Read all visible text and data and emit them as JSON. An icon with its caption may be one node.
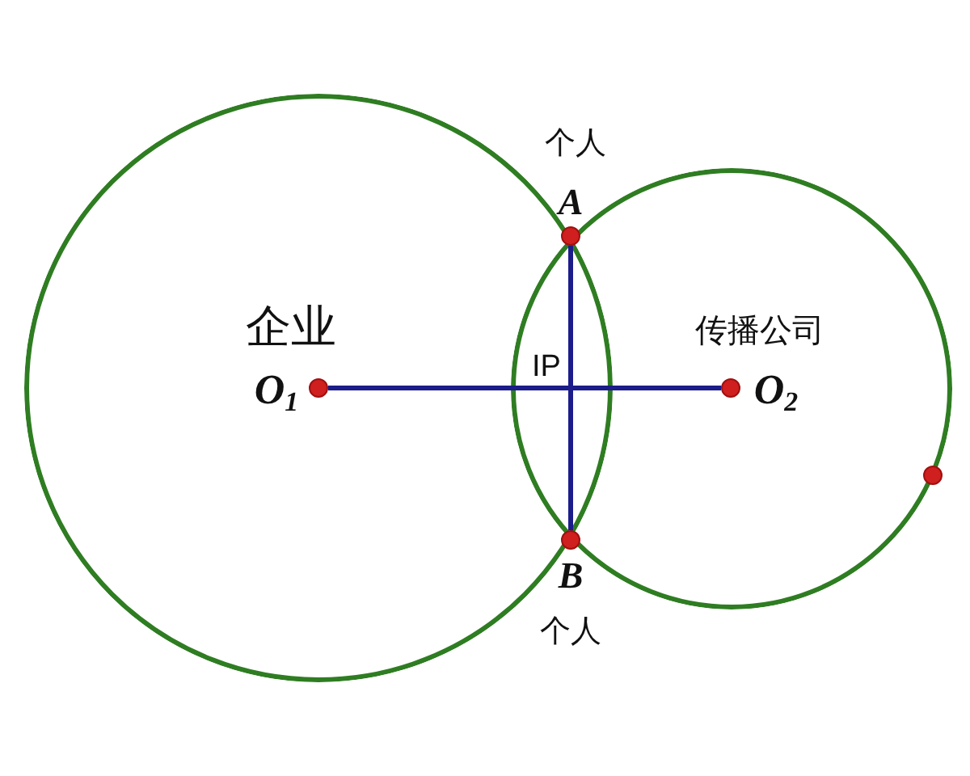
{
  "diagram": {
    "nodes": [
      {
        "text": [
          "企业"
        ]
      },
      {
        "text": [
          "传播公司"
        ]
      },
      {
        "text": [],
        "shape": "circle",
        "beside": [
          "O$_{1}$"
        ],
        "in": 0
      },
      {
        "text": [],
        "shape": "circle",
        "beside": [
          "个人",
          "A"
        ]
      },
      {
        "text": [],
        "shape": "circle",
        "beside": [
          "O$_{2}$"
        ],
        "in": 1
      },
      {
        "text": [],
        "shape": "circle",
        "beside": [
          "B",
          "个人"
        ]
      },
      {
        "text": [],
        "shape": "circle"
      }
    ],
    "edges": [
      {
        "from": 2,
        "to": 4,
        "arrow": "none"
      },
      {
        "from": 3,
        "to": 5,
        "arrow": "none"
      }
    ],
    "labels": [
      "IP"
    ]
  }
}
